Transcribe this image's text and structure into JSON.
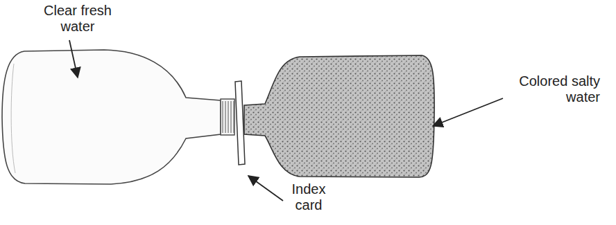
{
  "diagram": {
    "labels": [
      "Clear fresh water",
      "Colored salty water",
      "Index card"
    ]
  }
}
